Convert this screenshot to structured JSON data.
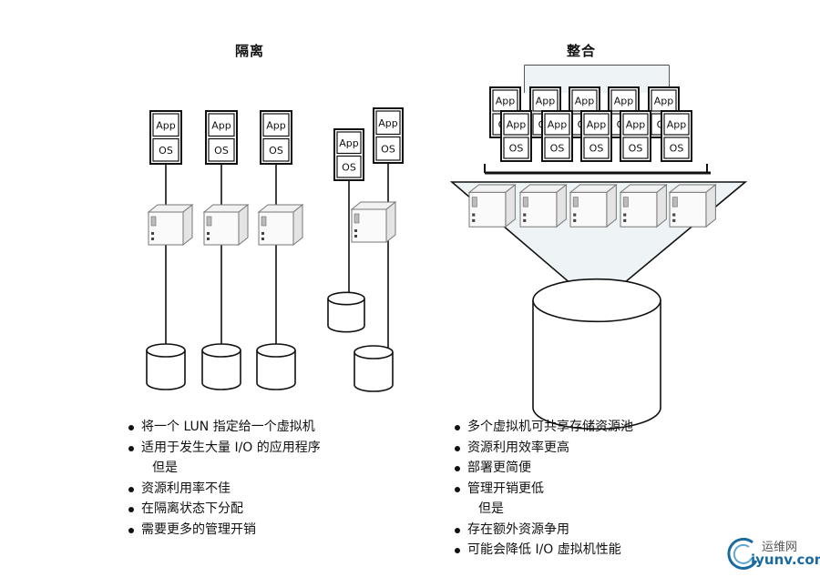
{
  "left": {
    "title": "隔离",
    "vm": {
      "app": "App",
      "os": "OS"
    },
    "bullets": [
      {
        "text": "将一个 LUN 指定给一个虚拟机",
        "bullet": true
      },
      {
        "text": "适用于发生大量 I/O 的应用程序",
        "bullet": true
      },
      {
        "text": "但是",
        "bullet": false
      },
      {
        "text": "资源利用率不佳",
        "bullet": true
      },
      {
        "text": "在隔离状态下分配",
        "bullet": true
      },
      {
        "text": "需要更多的管理开销",
        "bullet": true
      }
    ]
  },
  "right": {
    "title": "整合",
    "vm": {
      "app": "App",
      "os": "OS"
    },
    "bullets": [
      {
        "text": "多个虚拟机可共享存储资源池",
        "bullet": true
      },
      {
        "text": "资源利用效率更高",
        "bullet": true
      },
      {
        "text": "部署更简便",
        "bullet": true
      },
      {
        "text": "管理开销更低",
        "bullet": true
      },
      {
        "text": "但是",
        "bullet": false
      },
      {
        "text": "存在额外资源争用",
        "bullet": true
      },
      {
        "text": "可能会降低 I/O 虚拟机性能",
        "bullet": true
      }
    ]
  },
  "watermark": {
    "cn": "运维网",
    "en": "iyunv.com",
    "color": "#1a6aa0"
  }
}
